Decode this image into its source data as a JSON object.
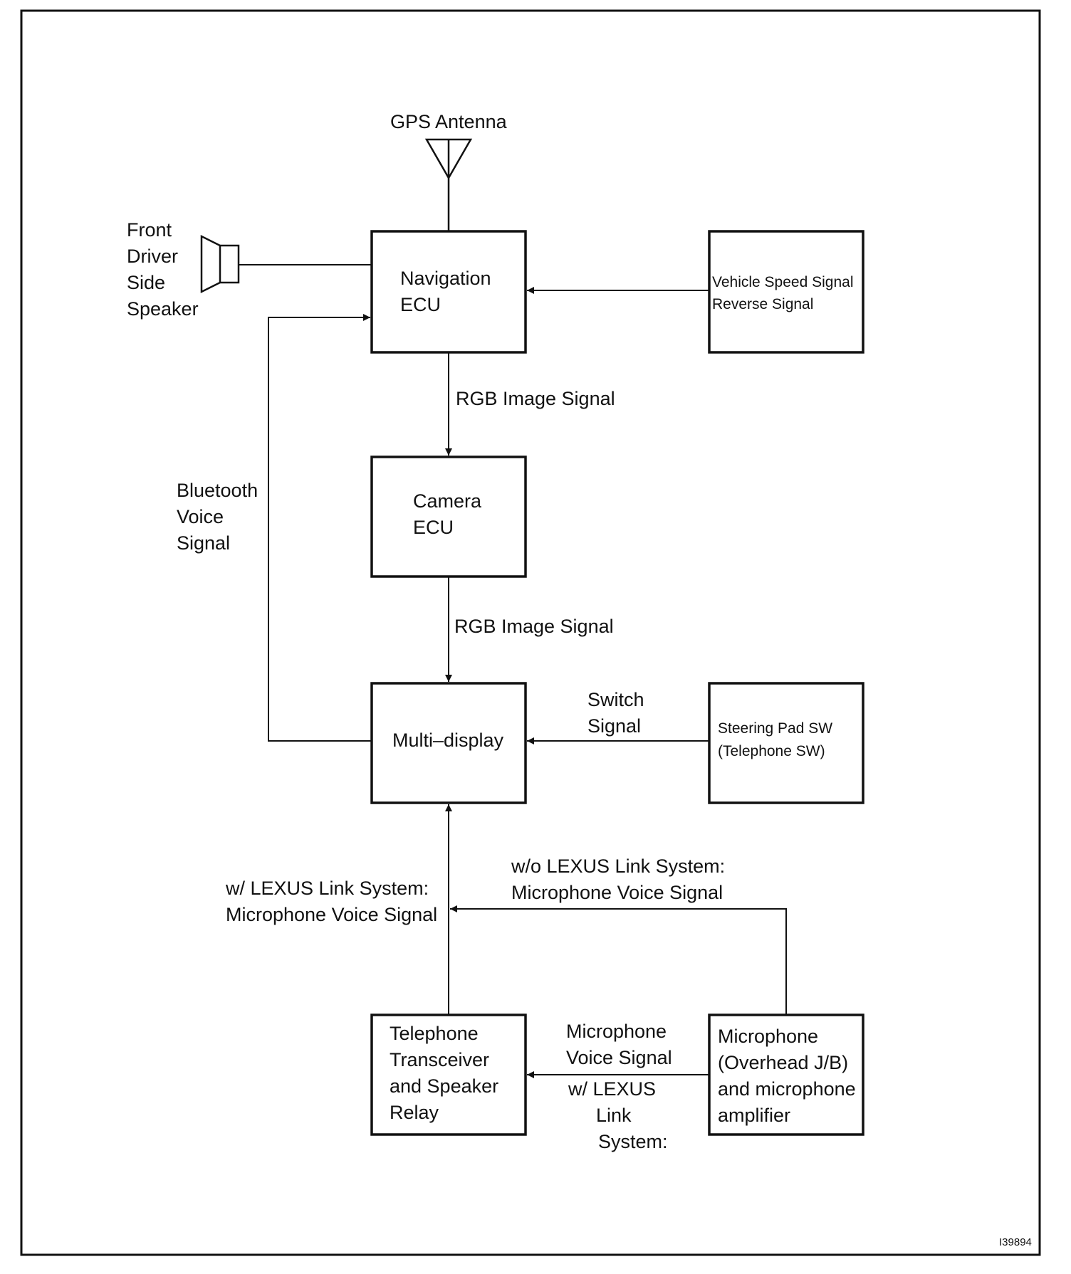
{
  "diagram": {
    "figure_id": "I39894",
    "blocks": {
      "navigation_ecu": [
        "Navigation",
        "ECU"
      ],
      "camera_ecu": [
        "Camera",
        "ECU"
      ],
      "multi_display": [
        "Multi–display"
      ],
      "vehicle_speed": [
        "Vehicle Speed Signal",
        "Reverse Signal"
      ],
      "steering_pad": [
        "Steering Pad SW",
        "(Telephone SW)"
      ],
      "telephone": [
        "Telephone",
        "Transceiver",
        "and Speaker",
        "Relay"
      ],
      "microphone": [
        "Microphone",
        "(Overhead J/B)",
        "and microphone",
        "amplifier"
      ]
    },
    "components": {
      "gps_antenna": "GPS Antenna",
      "speaker": [
        "Front",
        "Driver",
        "Side",
        "Speaker"
      ]
    },
    "signals": {
      "rgb_1": "RGB Image Signal",
      "rgb_2": "RGB Image Signal",
      "bluetooth": [
        "Bluetooth",
        "Voice",
        "Signal"
      ],
      "switch": [
        "Switch",
        "Signal"
      ],
      "wo_lexus": [
        "w/o LEXUS Link System:",
        "Microphone Voice Signal"
      ],
      "w_lexus": [
        "w/ LEXUS Link System:",
        "Microphone Voice Signal"
      ],
      "mic_voice": [
        "Microphone",
        "Voice Signal"
      ],
      "mic_lexus": [
        "w/ LEXUS",
        "Link",
        "System:"
      ]
    }
  }
}
